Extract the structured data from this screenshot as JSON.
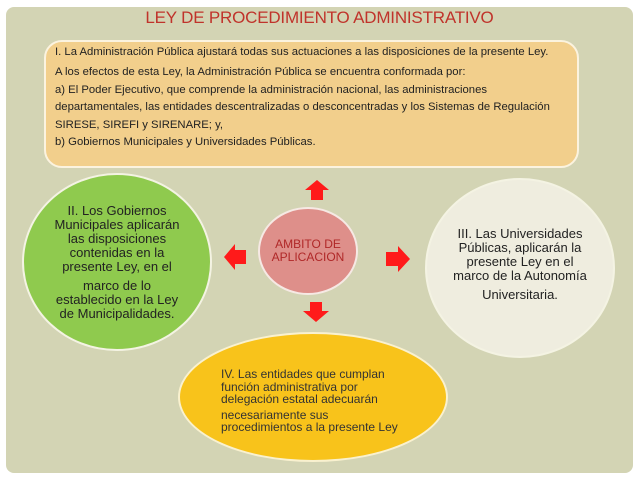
{
  "title": "LEY DE PROCEDIMIENTO ADMINISTRATIVO",
  "top_box": {
    "para1": "I. La Administración Pública ajustará todas sus actuaciones a las disposiciones de la presente Ley.",
    "para2": "A los efectos de esta Ley, la Administración Pública se encuentra conformada por:",
    "para3": "a) El Poder Ejecutivo, que comprende la administración nacional, las administraciones departamentales, las entidades descentralizadas o desconcentradas y los Sistemas de Regulación SIRESE, SIREFI y SIRENARE; y,",
    "para4": "b) Gobiernos Municipales y Universidades Públicas."
  },
  "center": {
    "line1": "AMBITO DE",
    "line2": "APLICACION"
  },
  "left_circle": {
    "part1": "II. Los Gobiernos Municipales aplicarán las disposiciones contenidas en la presente Ley, en el",
    "part2": "marco de lo establecido en la Ley de Municipalidades."
  },
  "right_circle": {
    "part1": "III. Las Universidades Públicas, aplicarán la presente Ley en el marco de la Autonomía",
    "part2": "Universitaria."
  },
  "bottom_ellipse": {
    "part1": "IV. Las entidades que cumplan función administrativa por delegación estatal adecuarán",
    "part2": "necesariamente sus procedimientos a la presente Ley"
  },
  "colors": {
    "background": "#d3d4b4",
    "title": "#c0332b",
    "top_box": "#f2cf8c",
    "green_circle": "#8fca4e",
    "cream_circle": "#efeddf",
    "center_ellipse": "#de8f8a",
    "yellow_ellipse": "#f8c31b",
    "arrows": "#ff1a1a"
  },
  "icons": [
    "arrow-up-icon",
    "arrow-left-icon",
    "arrow-right-icon",
    "arrow-down-icon"
  ]
}
